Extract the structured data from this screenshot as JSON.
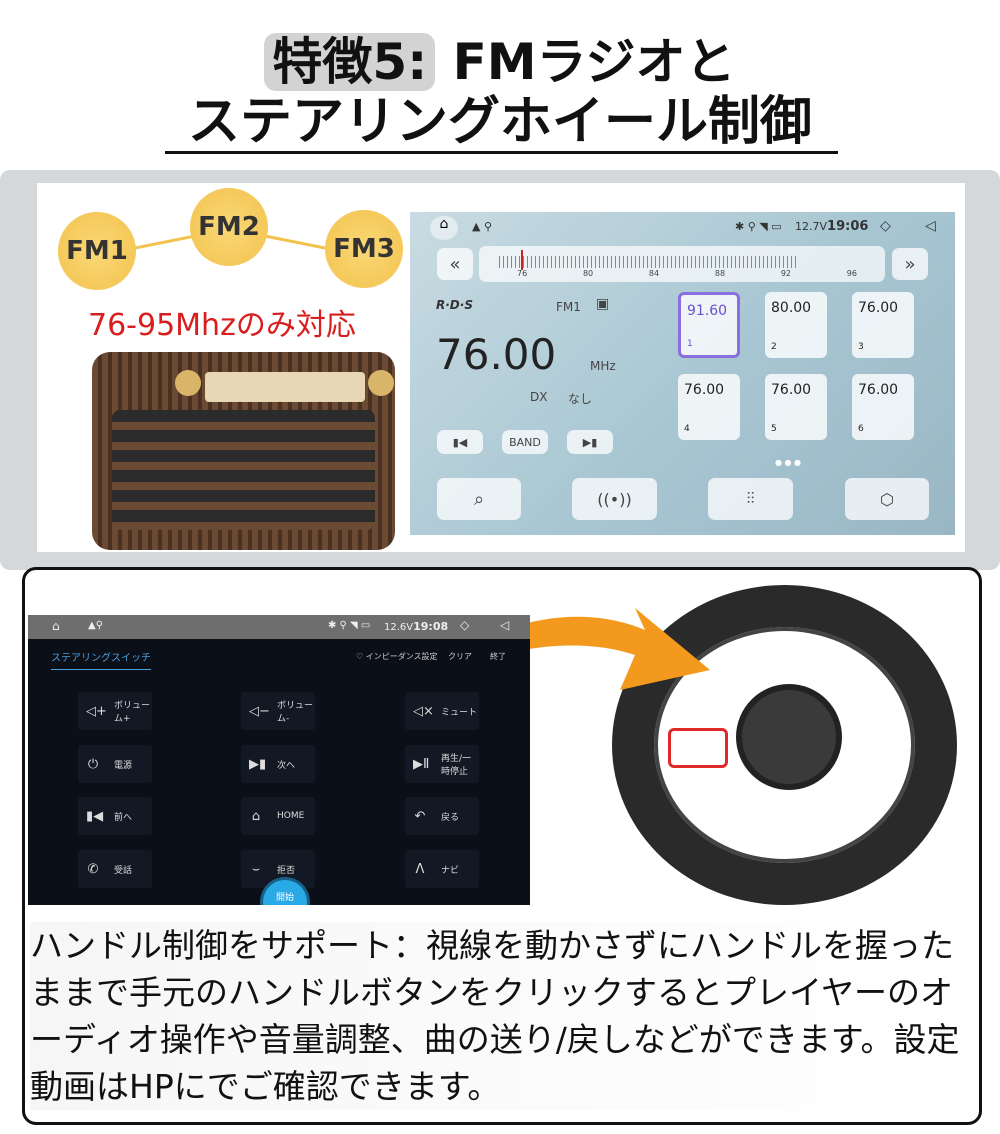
{
  "title": {
    "tag": "特徴5:",
    "line1": "FMラジオと",
    "line2": "ステアリングホイール制御"
  },
  "fm_badges": [
    "FM1",
    "FM2",
    "FM3"
  ],
  "support_note": "76-95Mhzのみ対応",
  "radio_screen": {
    "status": {
      "time": "19:06",
      "voltage": "12.7V"
    },
    "scale_ticks": [
      "76",
      "80",
      "84",
      "88",
      "92",
      "96"
    ],
    "rds": "R·D·S",
    "band_name": "FM1",
    "frequency": "76.00",
    "unit": "MHz",
    "dx": "DX",
    "dx_value": "なし",
    "band_button": "BAND",
    "presets": [
      {
        "freq": "91.60",
        "n": "1"
      },
      {
        "freq": "80.00",
        "n": "2"
      },
      {
        "freq": "76.00",
        "n": "3"
      },
      {
        "freq": "76.00",
        "n": "4"
      },
      {
        "freq": "76.00",
        "n": "5"
      },
      {
        "freq": "76.00",
        "n": "6"
      }
    ],
    "selected_preset": "91.60",
    "accent": "#8a6fe0"
  },
  "steering_screen": {
    "status": {
      "time": "19:08",
      "voltage": "12.6V"
    },
    "tab": "ステアリングスイッチ",
    "impedance": "インピーダンス設定",
    "clear": "クリア",
    "end": "終了",
    "keys": [
      {
        "icon": "volume-up",
        "label": "ボリューム+"
      },
      {
        "icon": "volume-down",
        "label": "ボリューム-"
      },
      {
        "icon": "mute",
        "label": "ミュート"
      },
      {
        "icon": "power",
        "label": "電源"
      },
      {
        "icon": "next",
        "label": "次へ"
      },
      {
        "icon": "play-pause",
        "label": "再生/一時停止"
      },
      {
        "icon": "previous",
        "label": "前へ"
      },
      {
        "icon": "home",
        "label": "HOME"
      },
      {
        "icon": "back",
        "label": "戻る"
      },
      {
        "icon": "answer-call",
        "label": "受話"
      },
      {
        "icon": "reject-call",
        "label": "拒否"
      },
      {
        "icon": "navigation",
        "label": "ナビ"
      }
    ],
    "start": "開始",
    "accent": "#29a9e6"
  },
  "description": "ハンドル制御をサポート：視線を動かさずにハンドルを握ったままで手元のハンドルボタンをクリックするとプレイヤーのオーディオ操作や音量調整、曲の送り/戻しなどができます。設定動画はHPにでご確認できます。"
}
